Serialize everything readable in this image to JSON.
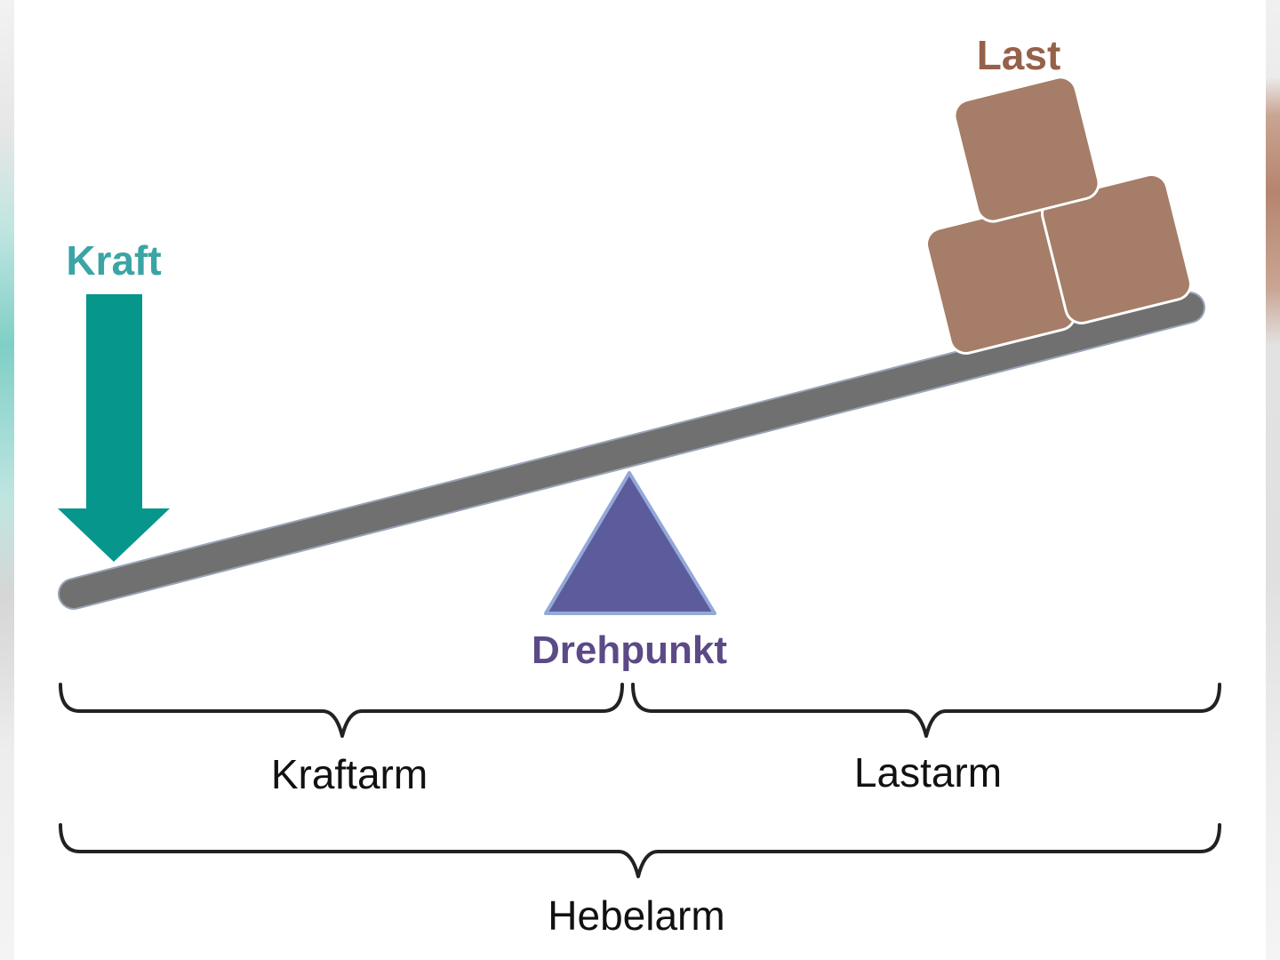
{
  "labels": {
    "force": "Kraft",
    "load": "Last",
    "fulcrum": "Drehpunkt",
    "effort_arm": "Kraftarm",
    "load_arm": "Lastarm",
    "lever_arm": "Hebelarm"
  },
  "colors": {
    "force_arrow": "#07968c",
    "force_label": "#3aa5a4",
    "load_boxes": "#a57d68",
    "load_box_stroke": "#ffffff",
    "load_label": "#96614a",
    "lever": "#707070",
    "lever_stroke": "#9aa3b8",
    "fulcrum_fill": "#5c5c9c",
    "fulcrum_stroke": "#93a8d8",
    "fulcrum_label": "#5b4a86",
    "braces": "#222222",
    "text": "#111111"
  },
  "icons": {
    "force": "down-arrow-icon",
    "load": "box-stack-icon",
    "fulcrum": "triangle-icon"
  }
}
